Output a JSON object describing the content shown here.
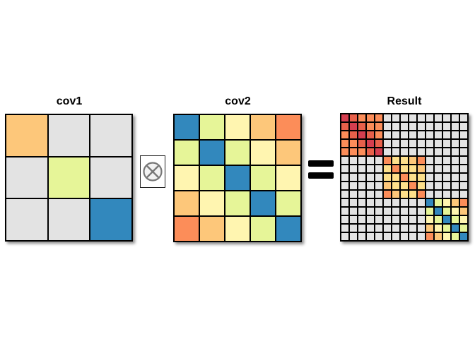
{
  "titles": {
    "cov1": "cov1",
    "cov2": "cov2",
    "result": "Result"
  },
  "operator_icon": "kronecker-product-circle-times-icon",
  "equals_icon": "equals-sign-icon",
  "colors": {
    "blue": "#3288bd",
    "lime": "#e6f598",
    "paleyellow": "#fee08b",
    "cream": "#fff5b0",
    "peach": "#fdc77a",
    "orange": "#fc8d59",
    "red": "#d53e4f",
    "redorange": "#e8604a",
    "gray": "#e3e3e3"
  },
  "cov1": {
    "rows": 3,
    "cols": 3,
    "cells": [
      [
        "peach",
        "gray",
        "gray"
      ],
      [
        "gray",
        "lime",
        "gray"
      ],
      [
        "gray",
        "gray",
        "blue"
      ]
    ]
  },
  "cov2": {
    "rows": 5,
    "cols": 5,
    "cells": [
      [
        "blue",
        "lime",
        "cream",
        "peach",
        "orange"
      ],
      [
        "lime",
        "blue",
        "lime",
        "cream",
        "peach"
      ],
      [
        "cream",
        "lime",
        "blue",
        "lime",
        "cream"
      ],
      [
        "peach",
        "cream",
        "lime",
        "blue",
        "lime"
      ],
      [
        "orange",
        "peach",
        "cream",
        "lime",
        "blue"
      ]
    ]
  },
  "result": {
    "rows": 15,
    "cols": 15,
    "cells": [
      [
        "red",
        "redorange",
        "orange",
        "orange",
        "orange",
        "gray",
        "gray",
        "gray",
        "gray",
        "gray",
        "gray",
        "gray",
        "gray",
        "gray",
        "gray"
      ],
      [
        "redorange",
        "red",
        "redorange",
        "orange",
        "orange",
        "gray",
        "gray",
        "gray",
        "gray",
        "gray",
        "gray",
        "gray",
        "gray",
        "gray",
        "gray"
      ],
      [
        "orange",
        "redorange",
        "red",
        "redorange",
        "orange",
        "gray",
        "gray",
        "gray",
        "gray",
        "gray",
        "gray",
        "gray",
        "gray",
        "gray",
        "gray"
      ],
      [
        "orange",
        "orange",
        "redorange",
        "red",
        "redorange",
        "gray",
        "gray",
        "gray",
        "gray",
        "gray",
        "gray",
        "gray",
        "gray",
        "gray",
        "gray"
      ],
      [
        "orange",
        "orange",
        "orange",
        "redorange",
        "red",
        "gray",
        "gray",
        "gray",
        "gray",
        "gray",
        "gray",
        "gray",
        "gray",
        "gray",
        "gray"
      ],
      [
        "gray",
        "gray",
        "gray",
        "gray",
        "gray",
        "orange",
        "paleyellow",
        "paleyellow",
        "peach",
        "orange",
        "gray",
        "gray",
        "gray",
        "gray",
        "gray"
      ],
      [
        "gray",
        "gray",
        "gray",
        "gray",
        "gray",
        "paleyellow",
        "orange",
        "paleyellow",
        "paleyellow",
        "peach",
        "gray",
        "gray",
        "gray",
        "gray",
        "gray"
      ],
      [
        "gray",
        "gray",
        "gray",
        "gray",
        "gray",
        "paleyellow",
        "paleyellow",
        "orange",
        "paleyellow",
        "paleyellow",
        "gray",
        "gray",
        "gray",
        "gray",
        "gray"
      ],
      [
        "gray",
        "gray",
        "gray",
        "gray",
        "gray",
        "peach",
        "paleyellow",
        "paleyellow",
        "orange",
        "paleyellow",
        "gray",
        "gray",
        "gray",
        "gray",
        "gray"
      ],
      [
        "gray",
        "gray",
        "gray",
        "gray",
        "gray",
        "orange",
        "peach",
        "paleyellow",
        "paleyellow",
        "orange",
        "gray",
        "gray",
        "gray",
        "gray",
        "gray"
      ],
      [
        "gray",
        "gray",
        "gray",
        "gray",
        "gray",
        "gray",
        "gray",
        "gray",
        "gray",
        "gray",
        "blue",
        "lime",
        "cream",
        "peach",
        "orange"
      ],
      [
        "gray",
        "gray",
        "gray",
        "gray",
        "gray",
        "gray",
        "gray",
        "gray",
        "gray",
        "gray",
        "lime",
        "blue",
        "lime",
        "cream",
        "peach"
      ],
      [
        "gray",
        "gray",
        "gray",
        "gray",
        "gray",
        "gray",
        "gray",
        "gray",
        "gray",
        "gray",
        "cream",
        "lime",
        "blue",
        "lime",
        "cream"
      ],
      [
        "gray",
        "gray",
        "gray",
        "gray",
        "gray",
        "gray",
        "gray",
        "gray",
        "gray",
        "gray",
        "peach",
        "cream",
        "lime",
        "blue",
        "lime"
      ],
      [
        "gray",
        "gray",
        "gray",
        "gray",
        "gray",
        "gray",
        "gray",
        "gray",
        "gray",
        "gray",
        "orange",
        "peach",
        "cream",
        "lime",
        "blue"
      ]
    ]
  }
}
